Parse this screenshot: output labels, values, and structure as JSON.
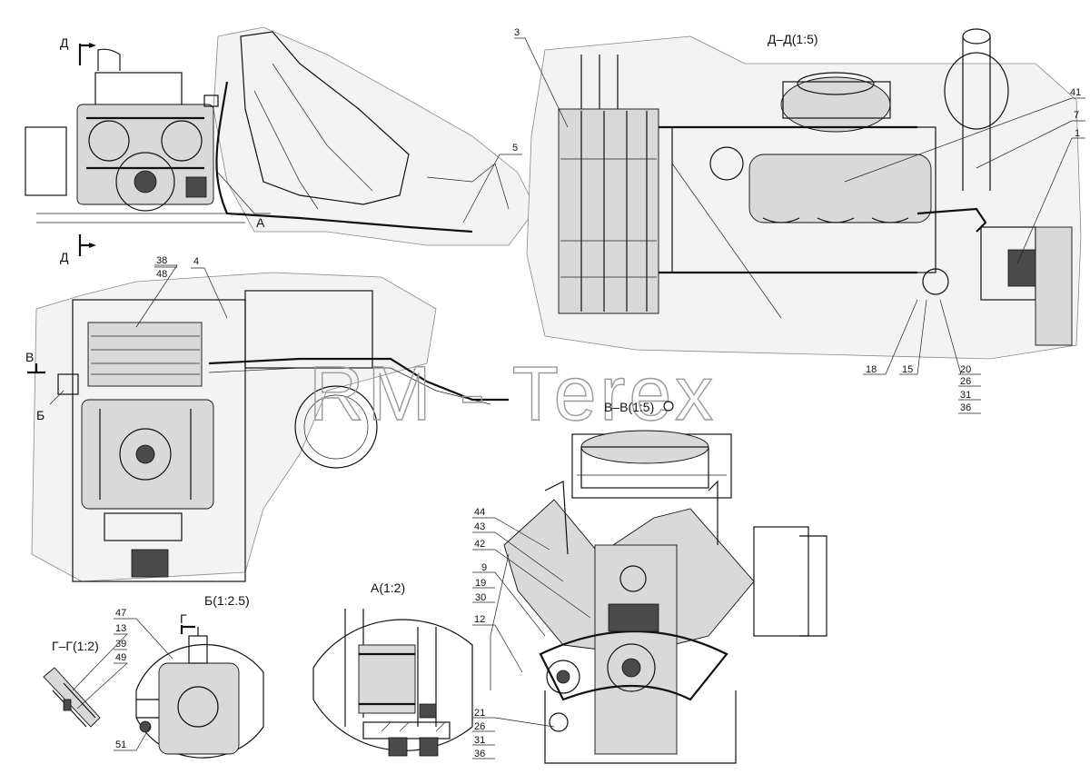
{
  "section_titles": {
    "dd": "Д–Д(1:5)",
    "vv": "В–В(1:5)",
    "a": "А(1:2)",
    "b": "Б(1:2.5)",
    "gg": "Г–Г(1:2)"
  },
  "section_marks": {
    "d_top": "Д",
    "d_bottom": "Д",
    "a": "А",
    "b": "Б",
    "v": "В",
    "g": "Г"
  },
  "callouts": {
    "c3": "3",
    "c5": "5",
    "c4": "4",
    "c38": "38",
    "c48": "48",
    "c41": "41",
    "c7": "7",
    "c1": "1",
    "c18": "18",
    "c15": "15",
    "c20": "20",
    "c26a": "26",
    "c31a": "31",
    "c36a": "36",
    "c44": "44",
    "c43": "43",
    "c42": "42",
    "c9": "9",
    "c19": "19",
    "c30": "30",
    "c12": "12",
    "c21": "21",
    "c26b": "26",
    "c31b": "31",
    "c36b": "36",
    "c47": "47",
    "c13": "13",
    "c39": "39",
    "c49": "49",
    "c51": "51"
  },
  "watermark": "RM - Terex"
}
